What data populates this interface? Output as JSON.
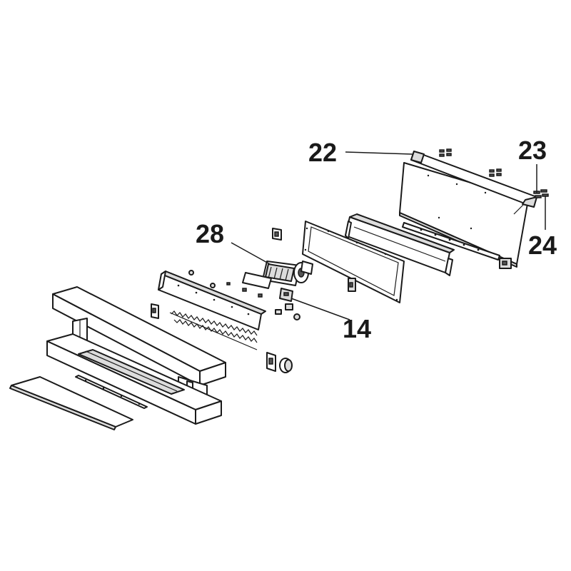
{
  "diagram": {
    "callouts": [
      {
        "id": "c22",
        "label": "22"
      },
      {
        "id": "c23",
        "label": "23"
      },
      {
        "id": "c24",
        "label": "24"
      },
      {
        "id": "c28",
        "label": "28"
      },
      {
        "id": "c14",
        "label": "14"
      }
    ]
  }
}
